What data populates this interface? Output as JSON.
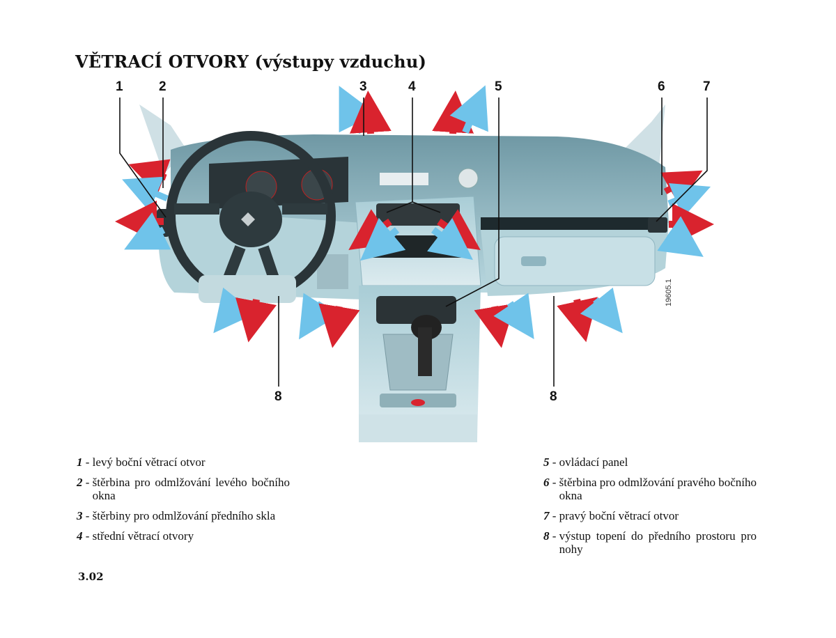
{
  "page": {
    "title": "VĚTRACÍ OTVORY (výstupy vzduchu)",
    "page_number": "3.02",
    "figure_code": "19605.1"
  },
  "callouts": [
    {
      "label": "1"
    },
    {
      "label": "2"
    },
    {
      "label": "3"
    },
    {
      "label": "4"
    },
    {
      "label": "5"
    },
    {
      "label": "6"
    },
    {
      "label": "7"
    },
    {
      "label": "8"
    },
    {
      "label": "8"
    }
  ],
  "legend_left": [
    {
      "num": "1",
      "text": "levý boční větrací otvor"
    },
    {
      "num": "2",
      "text": "štěrbina pro odmlžování levého bočního okna"
    },
    {
      "num": "3",
      "text": "štěrbiny pro odmlžování předního skla"
    },
    {
      "num": "4",
      "text": "střední větrací otvory"
    }
  ],
  "legend_right": [
    {
      "num": "5",
      "text": "ovládací panel"
    },
    {
      "num": "6",
      "text": "štěrbina pro odmlžování pravého bočního okna"
    },
    {
      "num": "7",
      "text": "pravý boční větrací otvor"
    },
    {
      "num": "8",
      "text": "výstup topení do předního prostoru pro nohy"
    }
  ],
  "colors": {
    "warm_air": "#d9232e",
    "cool_air": "#6fc3ea",
    "dashboard": "#9fc5cf"
  }
}
